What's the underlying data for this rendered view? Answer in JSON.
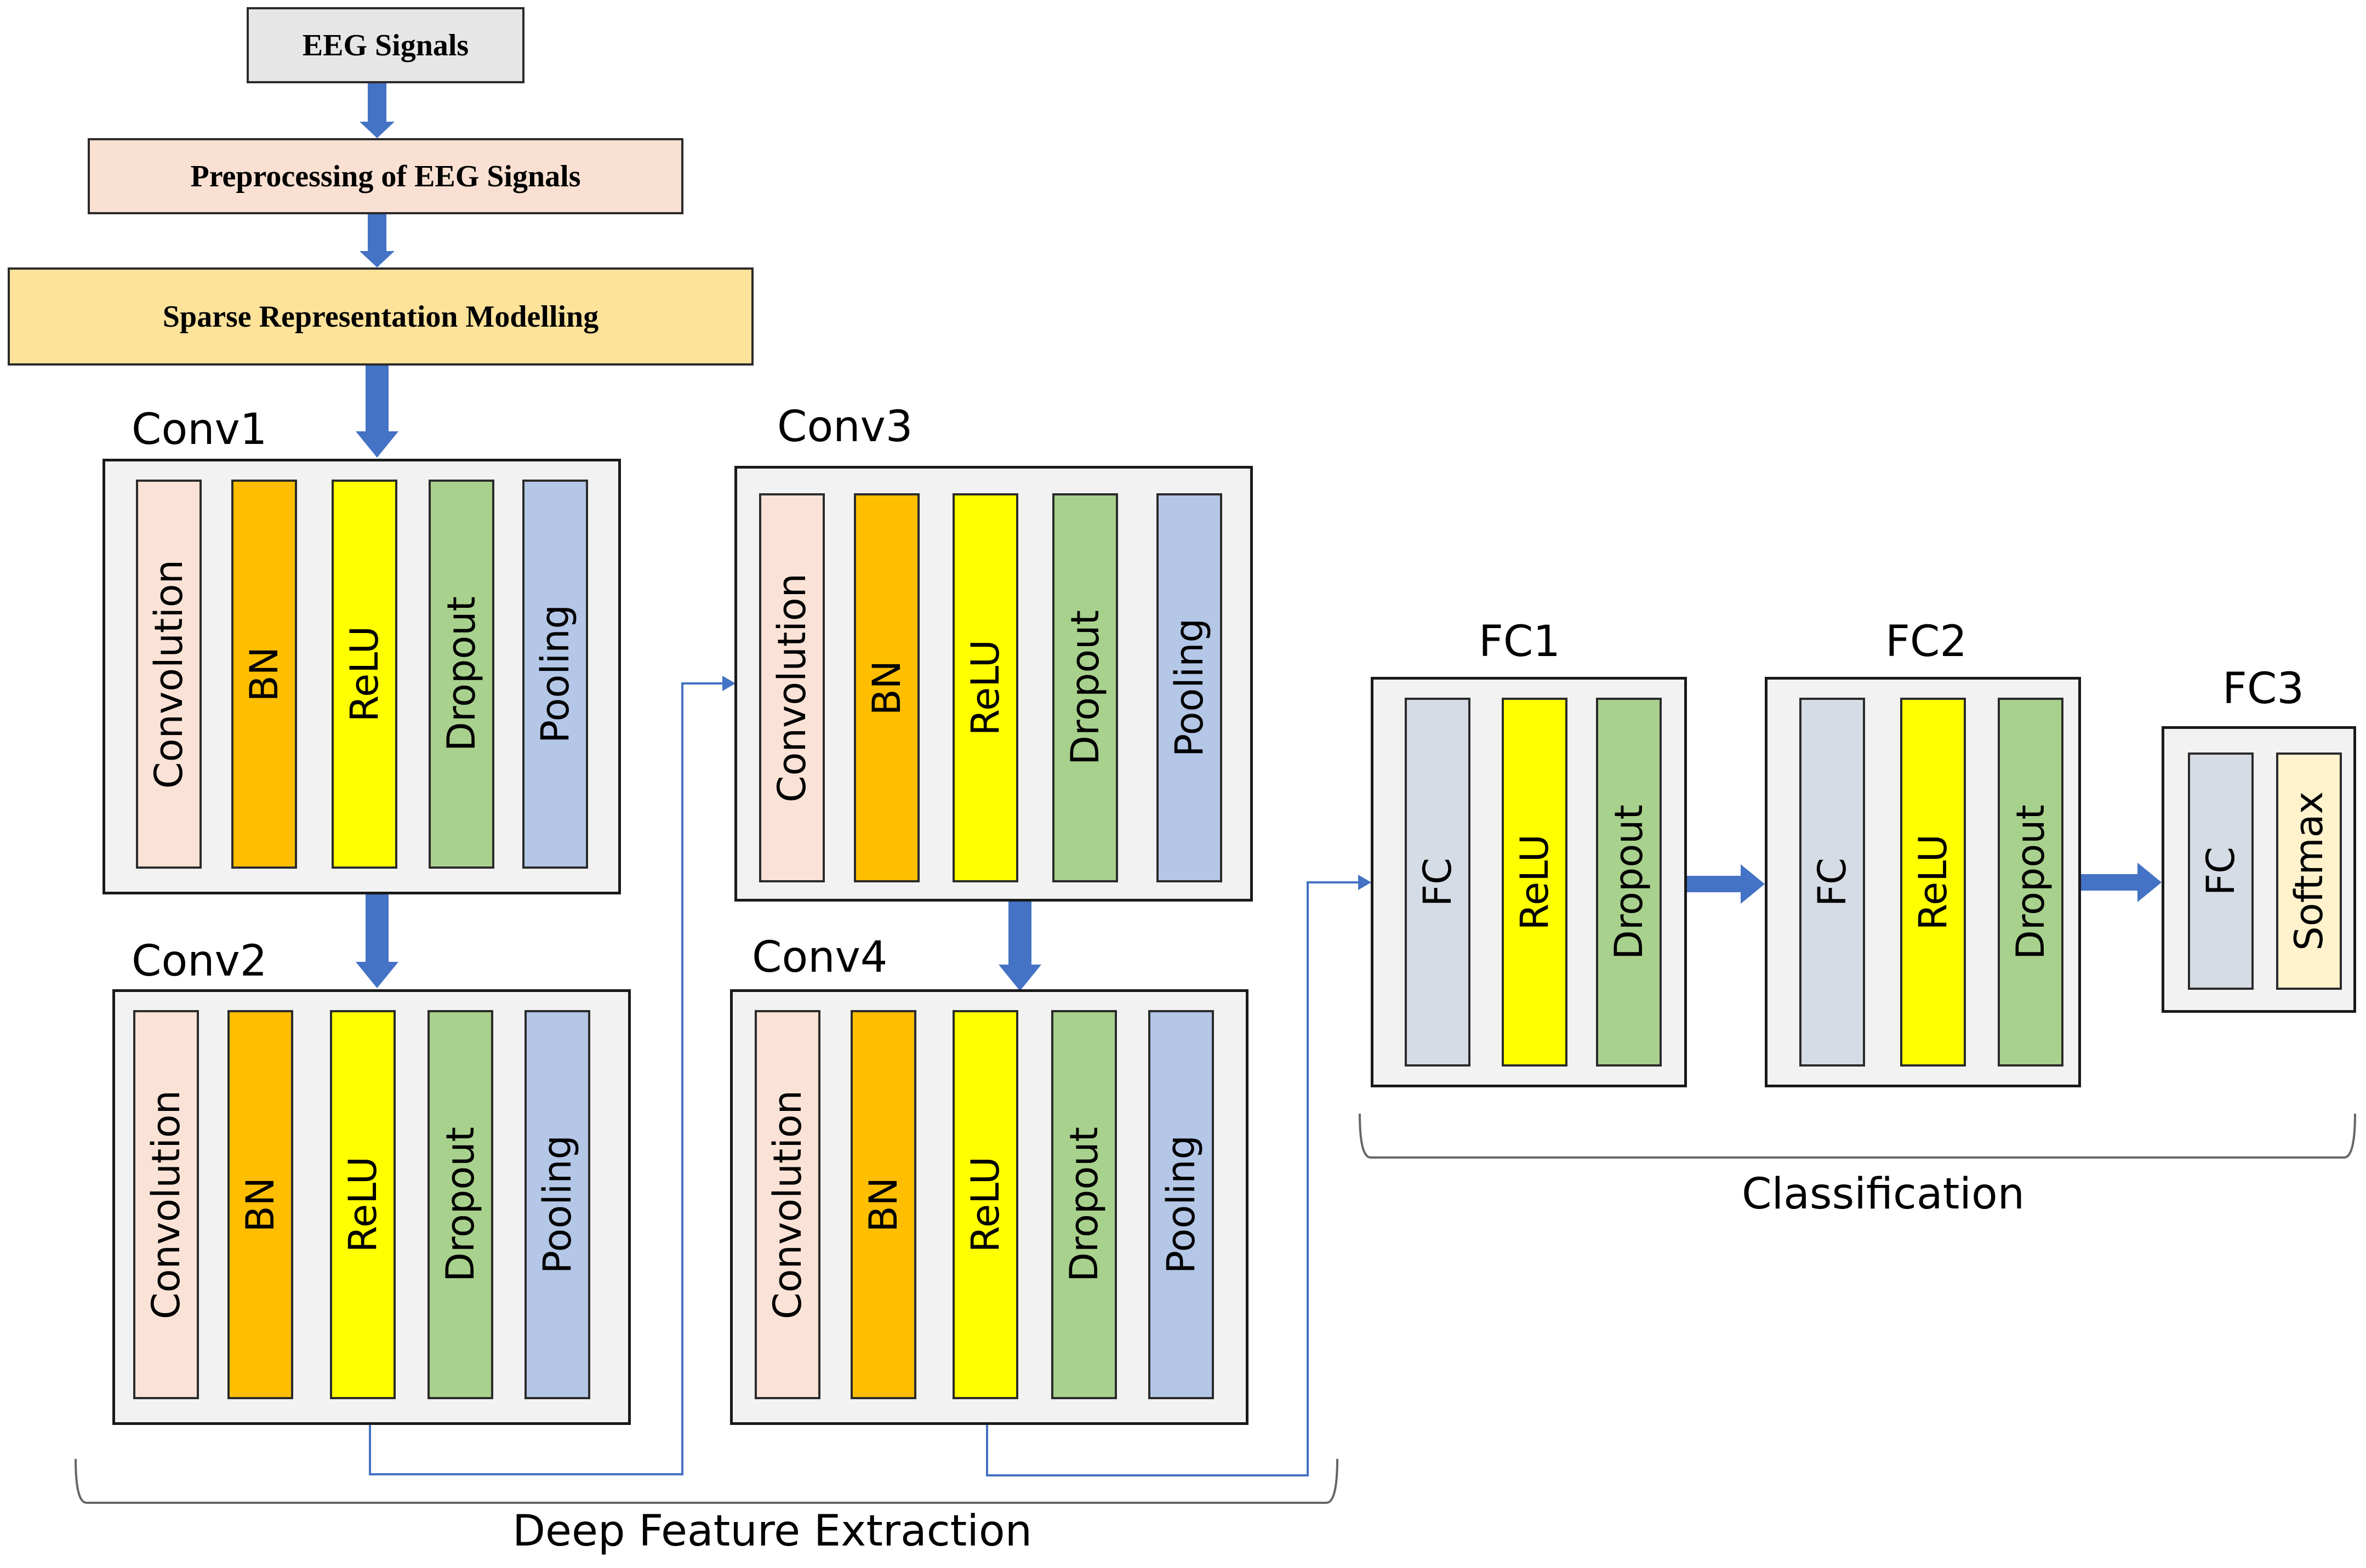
{
  "pipeline": {
    "eeg_signals": "EEG Signals",
    "preprocessing": "Preprocessing of EEG Signals",
    "sparse_modelling": "Sparse Representation Modelling"
  },
  "conv_blocks": [
    {
      "name": "Conv1",
      "layers": [
        "Convolution",
        "BN",
        "ReLU",
        "Dropout",
        "Pooling"
      ]
    },
    {
      "name": "Conv2",
      "layers": [
        "Convolution",
        "BN",
        "ReLU",
        "Dropout",
        "Pooling"
      ]
    },
    {
      "name": "Conv3",
      "layers": [
        "Convolution",
        "BN",
        "ReLU",
        "Dropout",
        "Pooling"
      ]
    },
    {
      "name": "Conv4",
      "layers": [
        "Convolution",
        "BN",
        "ReLU",
        "Dropout",
        "Pooling"
      ]
    }
  ],
  "fc_blocks": [
    {
      "name": "FC1",
      "layers": [
        "FC",
        "ReLU",
        "Dropout"
      ]
    },
    {
      "name": "FC2",
      "layers": [
        "FC",
        "ReLU",
        "Dropout"
      ]
    },
    {
      "name": "FC3",
      "layers": [
        "FC",
        "Softmax"
      ]
    }
  ],
  "captions": {
    "feature_extraction": "Deep Feature Extraction",
    "classification": "Classification"
  },
  "colors": {
    "arrow": "#4472c4",
    "eeg_box": "#e6e6e6",
    "preprocessing_box": "#f9e0d2",
    "sparse_box": "#fde29a",
    "Convolution": "#fae3d6",
    "BN": "#ffbf00",
    "ReLU": "#ffff00",
    "Dropout": "#a8d18d",
    "Pooling": "#b4c7e7",
    "FC": "#d6dce5",
    "Softmax": "#fff2cc"
  }
}
